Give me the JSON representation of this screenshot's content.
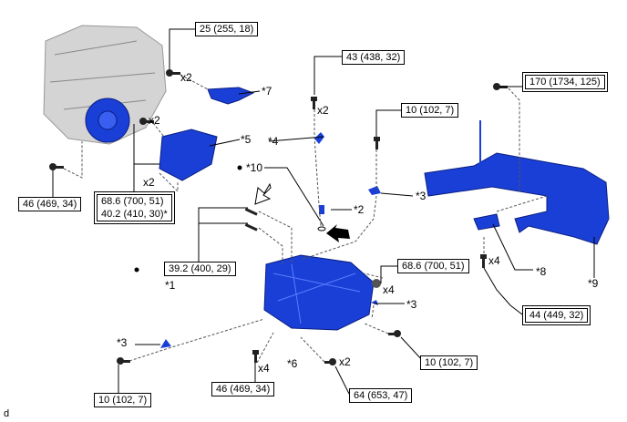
{
  "torque_specs": {
    "t25": "25 (255, 18)",
    "t43": "43 (438, 32)",
    "t10a": "10 (102, 7)",
    "t170": "170 (1734, 125)",
    "t46a": "46 (469, 34)",
    "t68_a": "68.6 (700, 51)",
    "t40": "40.2 (410, 30)*",
    "t39": "39.2 (400, 29)",
    "t68_b": "68.6 (700, 51)",
    "t44": "44 (449, 32)",
    "t10b": "10 (102, 7)",
    "t46b": "46 (469, 34)",
    "t64": "64 (653, 47)",
    "t10c": "10 (102, 7)"
  },
  "callouts": {
    "c1": "*1",
    "c2": "*2",
    "c3a": "*3",
    "c3b": "*3",
    "c3c": "*3",
    "c4": "*4",
    "c5": "*5",
    "c6": "*6",
    "c7": "*7",
    "c8": "*8",
    "c9": "*9",
    "c10": "*10"
  },
  "quantities": {
    "q1": "x2",
    "q2": "x2",
    "q3": "x2",
    "q4": "x2",
    "q5": "x4",
    "q6": "x4",
    "q7": "x4",
    "q8": "x2"
  },
  "figure_id": "d",
  "colors": {
    "part_blue": "#1a3fd6",
    "engine_gray": "#b8b8b8"
  }
}
